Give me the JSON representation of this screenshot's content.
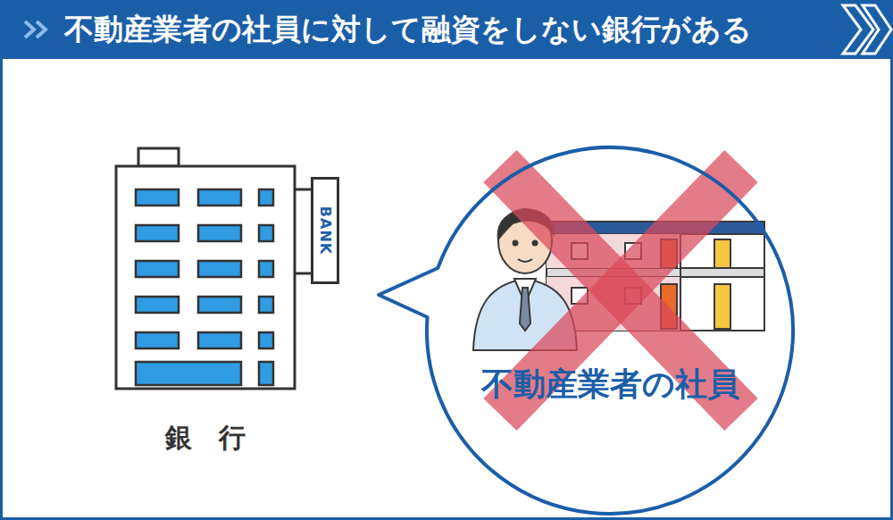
{
  "diagram": {
    "title": "不動産業者の社員に対して融資をしない銀行がある",
    "nodes": [
      {
        "text": [
          "BANK"
        ]
      },
      {
        "text": [
          "不動産業者の社員"
        ]
      }
    ],
    "labels": [
      "銀　行"
    ]
  }
}
